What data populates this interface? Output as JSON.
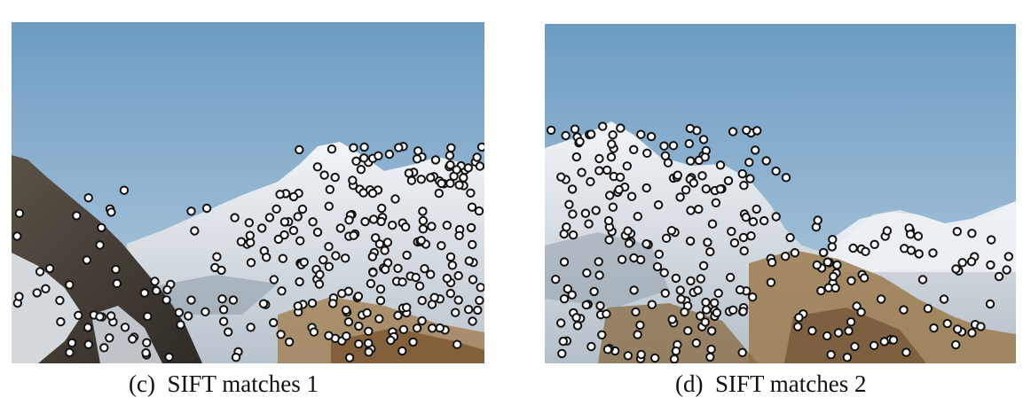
{
  "panels": [
    {
      "label": "(c)",
      "caption": "SIFT matches 1"
    },
    {
      "label": "(d)",
      "caption": "SIFT matches 2"
    }
  ],
  "colors": {
    "sky_top": "#6f9fc4",
    "sky_bottom": "#b9cfe0",
    "snow": "#e6ecf2",
    "rock_dark": "#4a4238",
    "rock_brown": "#8a6a40",
    "keypoint_fill": "#ffffff",
    "keypoint_stroke": "#111111"
  }
}
